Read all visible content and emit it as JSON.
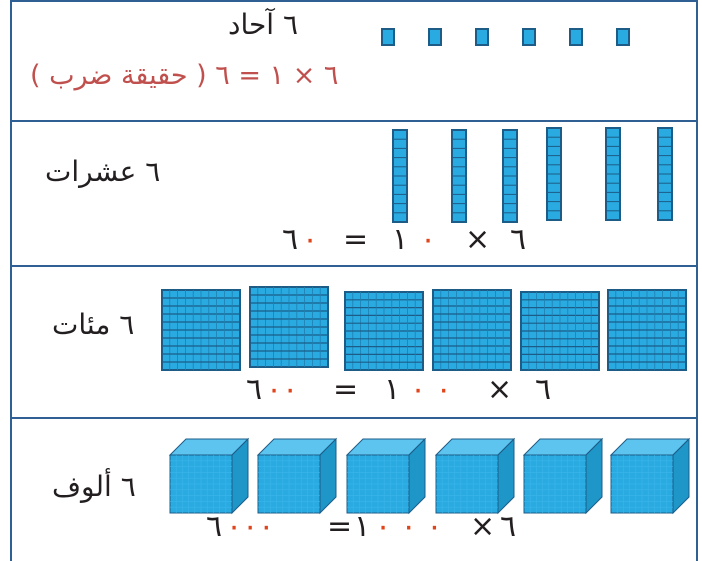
{
  "rows": [
    {
      "label": "٦ آحاد",
      "fact": "٦ × ١ = ٦ ( حقيقة ضرب )"
    },
    {
      "label": "٦ عشرات",
      "eq": {
        "left": "٦",
        "times": "×",
        "factor": "١",
        "factor_zeros": "٠",
        "equals": "=",
        "result_digit": "٦",
        "result_zeros": "٠"
      }
    },
    {
      "label": "٦ مئات",
      "eq": {
        "left": "٦",
        "times": "×",
        "factor": "١",
        "factor_zeros": "٠ ٠",
        "equals": "=",
        "result_digit": "٦",
        "result_zeros": "٠٠"
      }
    },
    {
      "label": "٦ ألوف",
      "eq": {
        "left": "٦",
        "times": "×",
        "factor": "١",
        "factor_zeros": "٠ ٠ ٠",
        "equals": "=",
        "result_digit": "٦",
        "result_zeros": "٠٠٠"
      }
    }
  ],
  "colors": {
    "border": "#2f5f93",
    "block": "#29abe2",
    "block_edge": "#1c5c87",
    "fact": "#c0504d",
    "zeros": "#e0441b"
  },
  "blocks": {
    "ones": 6,
    "tens": 6,
    "hundreds": 6,
    "thousands": 6
  }
}
